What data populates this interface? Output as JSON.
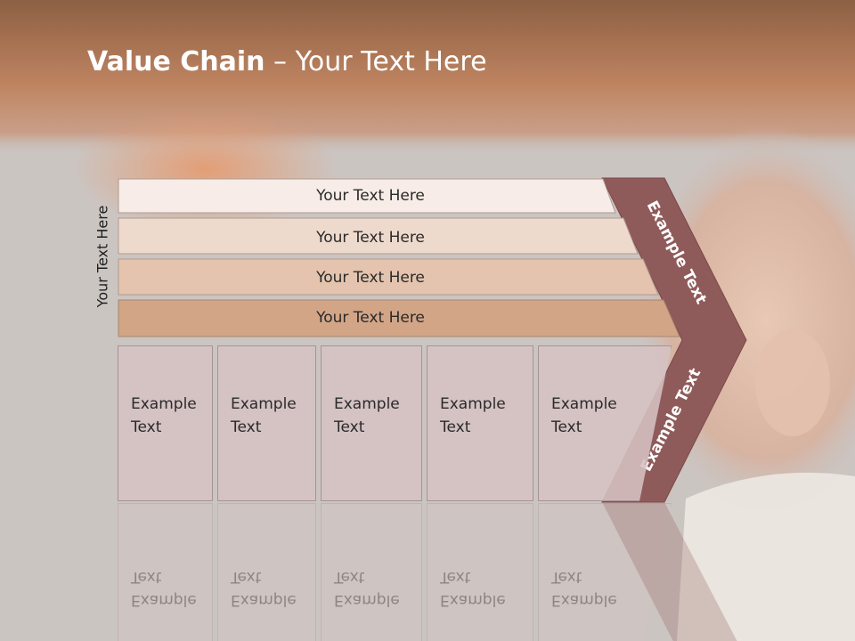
{
  "slide": {
    "title_bold": "Value Chain",
    "title_rest": " – Your Text Here",
    "side_label": "Your Text Here",
    "layers": [
      "Your Text Here",
      "Your Text Here",
      "Your Text Here",
      "Your Text Here"
    ],
    "cells": [
      {
        "line1": "Example",
        "line2": "Text"
      },
      {
        "line1": "Example",
        "line2": "Text"
      },
      {
        "line1": "Example",
        "line2": "Text"
      },
      {
        "line1": "Example",
        "line2": "Text"
      },
      {
        "line1": "Example",
        "line2": "Text"
      }
    ],
    "chevron_upper": "Example Text",
    "chevron_lower": "Example Text"
  },
  "colors": {
    "header_band": "#b07a5a",
    "chevron": "#8f5b5a",
    "layer1": "#f7ece7",
    "layer2": "#eedacd",
    "layer3": "#e4c4ae",
    "layer4": "#d3a587",
    "cell": "#d6c1c3"
  }
}
